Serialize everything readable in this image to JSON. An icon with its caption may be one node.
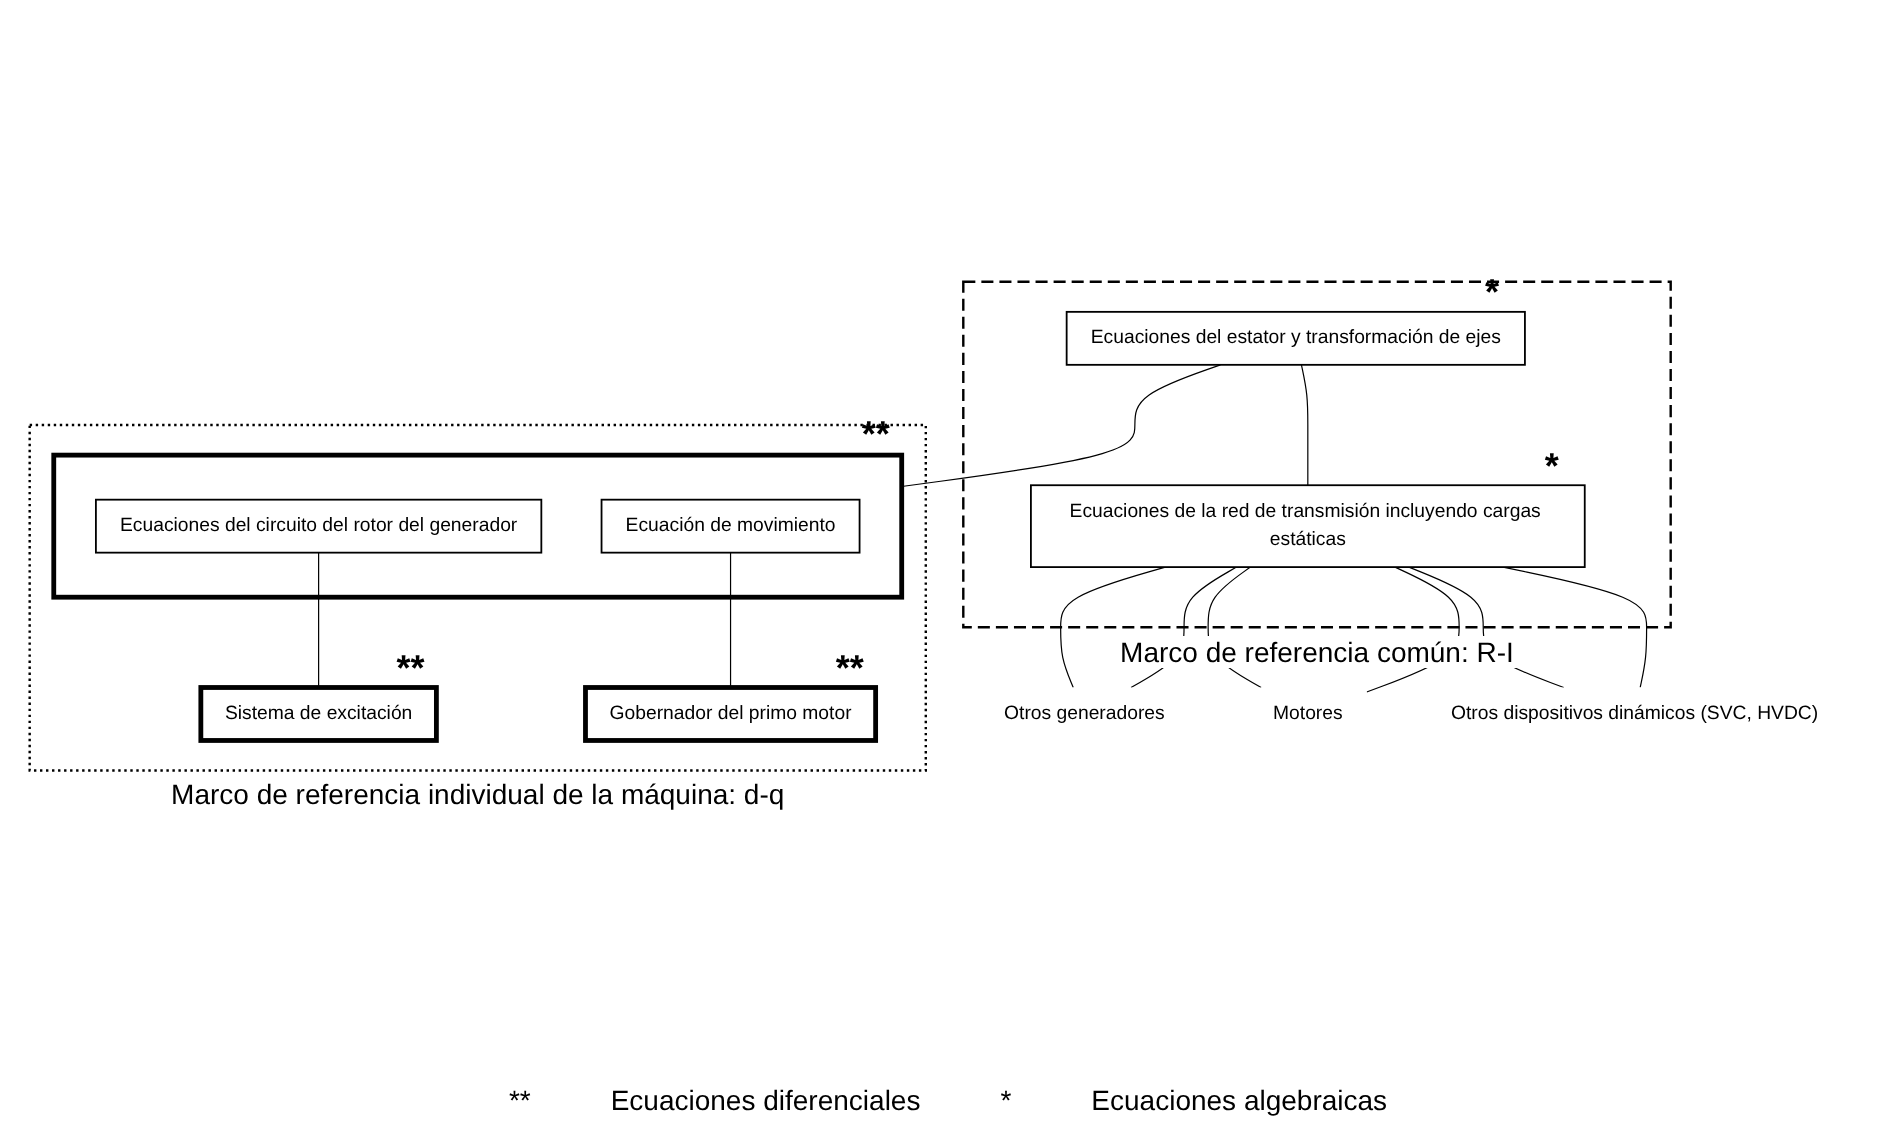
{
  "diagram": {
    "nodes": [
      {
        "text": [
          "Marco de referencia común: R-I"
        ]
      },
      {
        "text": [
          "Ecuaciones del estator y transformación de ejes"
        ],
        "in": 0,
        "beside": [
          "*"
        ]
      },
      {
        "text": [
          "Ecuaciones de la red de transmisión incluyendo cargas estáticas"
        ],
        "in": 0,
        "beside": [
          "*"
        ]
      },
      {
        "text": [
          "Marco de referencia individual de la máquina: d-q"
        ]
      },
      {
        "text": [],
        "shape": "box",
        "in": 3,
        "beside": [
          "**"
        ]
      },
      {
        "text": [
          "Ecuaciones del circuito del rotor del generador"
        ],
        "in": 4
      },
      {
        "text": [
          "Ecuación de movimiento"
        ],
        "in": 4
      },
      {
        "text": [
          "Sistema de excitación"
        ],
        "in": 3,
        "beside": [
          "**"
        ]
      },
      {
        "text": [
          "Gobernador del primo motor"
        ],
        "in": 3,
        "beside": [
          "**"
        ]
      },
      {
        "text": [
          "Otros generadores"
        ]
      },
      {
        "text": [
          "Motores"
        ]
      },
      {
        "text": [
          "Otros dispositivos dinámicos (SVC, HVDC)"
        ]
      }
    ],
    "edges": [
      {
        "from": 1,
        "to": 2,
        "arrow": "none"
      },
      {
        "from": 1,
        "to": 4,
        "arrow": "none"
      },
      {
        "from": 5,
        "to": 7,
        "arrow": "none"
      },
      {
        "from": 6,
        "to": 8,
        "arrow": "none"
      },
      {
        "from": 2,
        "to": 9,
        "arrow": "none"
      },
      {
        "from": 2,
        "to": 9,
        "arrow": "none"
      },
      {
        "from": 2,
        "to": 10,
        "arrow": "none"
      },
      {
        "from": 2,
        "to": 10,
        "arrow": "none"
      },
      {
        "from": 2,
        "to": 11,
        "arrow": "none"
      },
      {
        "from": 2,
        "to": 11,
        "arrow": "none"
      }
    ],
    "labels": [
      "**",
      "Ecuaciones diferenciales",
      "*",
      "Ecuaciones algebraicas"
    ]
  }
}
